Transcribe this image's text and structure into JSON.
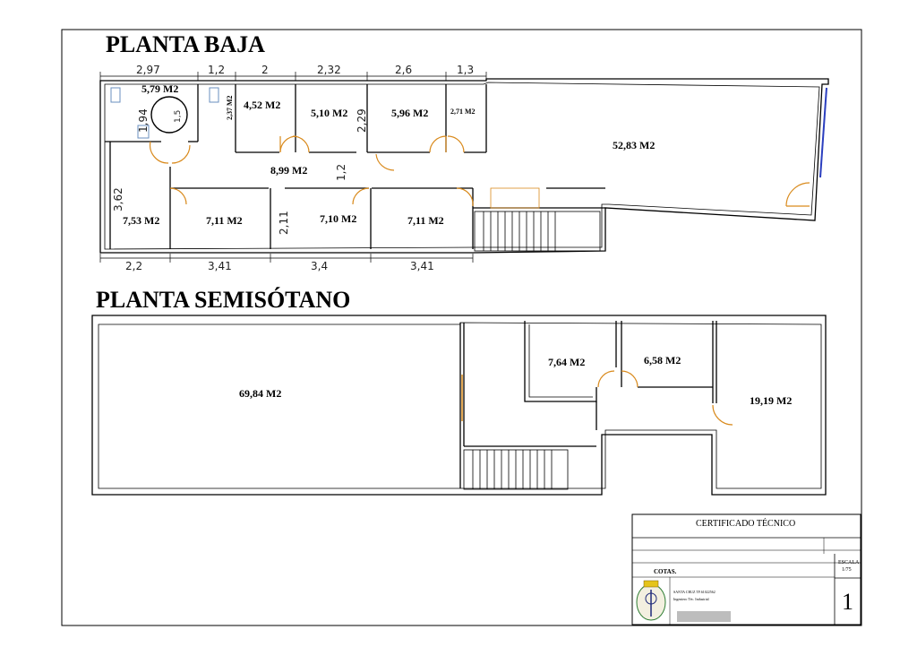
{
  "planta_baja": {
    "title": "PLANTA BAJA",
    "top_dims": [
      "2,97",
      "1,2",
      "2",
      "2,32",
      "2,6",
      "1,3"
    ],
    "bottom_dims": [
      "2,2",
      "3,41",
      "3,4",
      "3,41"
    ],
    "vertical_dims": [
      "1,94",
      "1,5",
      "3,62",
      "2,29",
      "1,2",
      "2,11"
    ],
    "areas": [
      "5,79 M2",
      "2,37 M2",
      "4,52 M2",
      "5,10 M2",
      "5,96 M2",
      "2,71 M2",
      "52,83 M2",
      "8,99 M2",
      "7,53 M2",
      "7,11 M2",
      "7,10 M2",
      "7,11 M2"
    ]
  },
  "planta_semisotano": {
    "title": "PLANTA SEMISÓTANO",
    "areas": [
      "69,84 M2",
      "7,64 M2",
      "6,58 M2",
      "19,19 M2"
    ]
  },
  "title_block": {
    "heading": "CERTIFICADO TÉCNICO",
    "scale_label": "ESCALA",
    "scale_value": "1/75",
    "plano_value": "COTAS.",
    "author_line1": "SANTA CRUZ TF.61022562",
    "author_line2": "Ingeniero Téc. Industrial",
    "sheet_number": "1"
  },
  "colors": {
    "lines": "#000000",
    "doors": "#d98a1c",
    "window_blue": "#2b3fbf"
  }
}
